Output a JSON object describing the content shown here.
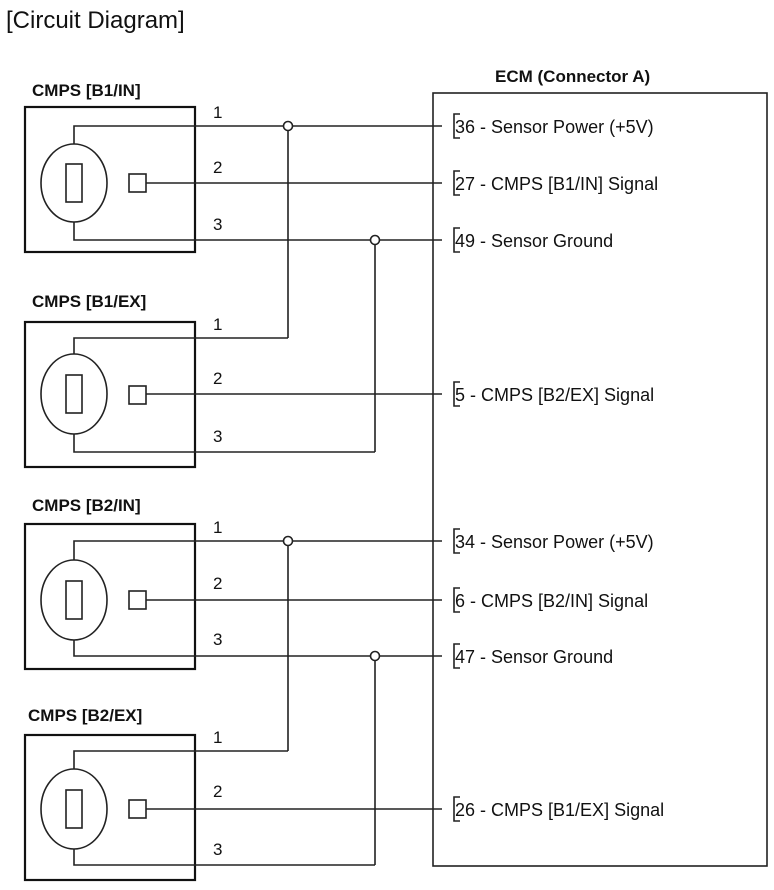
{
  "page_title": "[Circuit Diagram]",
  "ecm": {
    "title": "ECM (Connector A)"
  },
  "sensors": [
    {
      "label": "CMPS [B1/IN]",
      "pins": [
        "1",
        "2",
        "3"
      ]
    },
    {
      "label": "CMPS [B1/EX]",
      "pins": [
        "1",
        "2",
        "3"
      ]
    },
    {
      "label": "CMPS [B2/IN]",
      "pins": [
        "1",
        "2",
        "3"
      ]
    },
    {
      "label": "CMPS [B2/EX]",
      "pins": [
        "1",
        "2",
        "3"
      ]
    }
  ],
  "ecm_pins": [
    {
      "num": "36",
      "label": " - Sensor Power (+5V)"
    },
    {
      "num": "27",
      "label": " - CMPS [B1/IN] Signal"
    },
    {
      "num": "49",
      "label": " - Sensor Ground"
    },
    {
      "num": "5",
      "label": " - CMPS [B2/EX] Signal"
    },
    {
      "num": "34",
      "label": " - Sensor Power (+5V)"
    },
    {
      "num": "6",
      "label": " - CMPS [B2/IN] Signal"
    },
    {
      "num": "47",
      "label": " - Sensor Ground"
    },
    {
      "num": "26",
      "label": " - CMPS [B1/EX] Signal"
    }
  ]
}
